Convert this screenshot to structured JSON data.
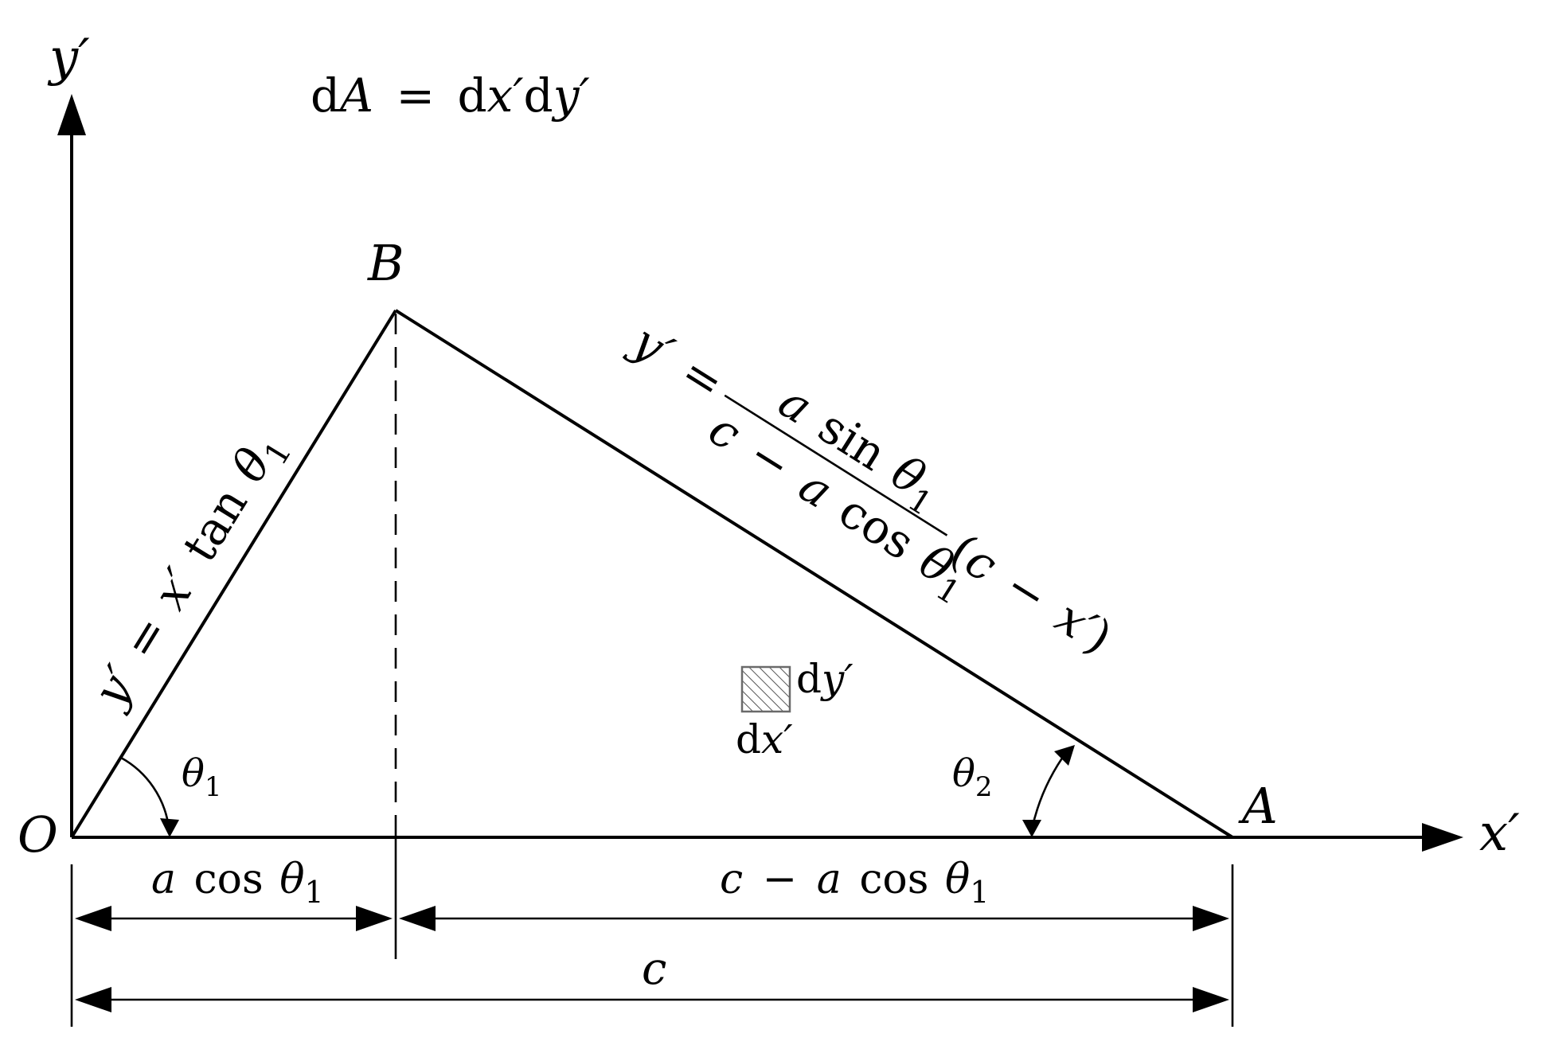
{
  "labels": {
    "y_axis": "y′",
    "x_axis": "x′",
    "origin": "O",
    "point_a": "A",
    "point_b": "B",
    "area_eq_lhs_d": "d",
    "area_eq_lhs_var": "A",
    "area_eq_rhs_dx": "d",
    "area_eq_rhs_x": "x′",
    "area_eq_rhs_dy": "d",
    "area_eq_rhs_y": "y′",
    "area_eq_sign": "=",
    "theta1_sym": "θ",
    "theta1_sub": "1",
    "theta2_sym": "θ",
    "theta2_sub": "2",
    "element_dy_d": "d",
    "element_dy_y": "y′",
    "element_dx_d": "d",
    "element_dx_x": "x′"
  },
  "line_ob_equation": {
    "lhs": "y′",
    "eq": "=",
    "x": "x′",
    "fn": "tan",
    "theta": "θ",
    "sub": "1"
  },
  "line_ba_equation": {
    "lhs": "y′",
    "eq": "=",
    "num_a": "a",
    "num_fn": "sin",
    "num_theta": "θ",
    "num_sub": "1",
    "den_c": "c",
    "den_minus": "−",
    "den_a": "a",
    "den_fn": "cos",
    "den_theta": "θ",
    "den_sub": "1",
    "factor_open": "(",
    "factor_c": "c",
    "factor_minus": "−",
    "factor_x": "x′",
    "factor_close": ")"
  },
  "dimensions": {
    "left": {
      "a": "a",
      "fn": "cos",
      "theta": "θ",
      "sub": "1"
    },
    "right": {
      "c": "c",
      "minus": "−",
      "a": "a",
      "fn": "cos",
      "theta": "θ",
      "sub": "1"
    },
    "total": {
      "c": "c"
    }
  },
  "colors": {
    "stroke": "#000000",
    "background": "#ffffff",
    "hatch": "#555555"
  }
}
